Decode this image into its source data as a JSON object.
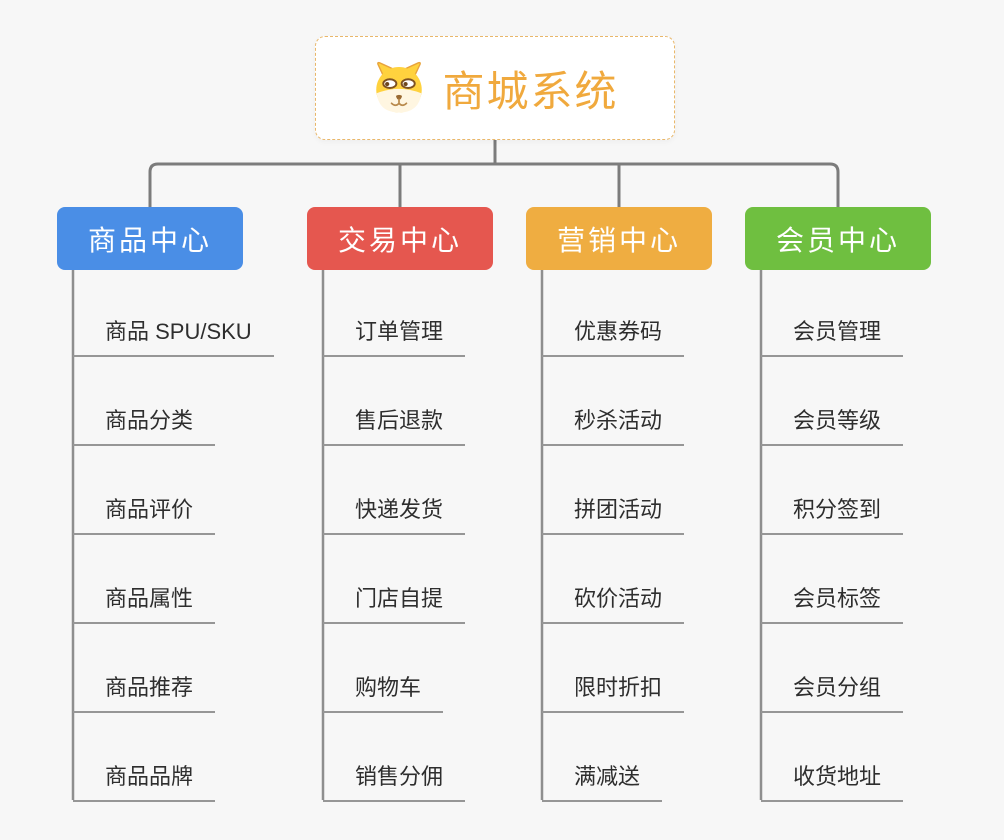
{
  "page": {
    "background_color": "#F7F7F7",
    "connector_color": "#7C7C7C",
    "trunk_color": "#8E8E8E",
    "underline_color": "#969696"
  },
  "root": {
    "title": "商城系统",
    "icon": "dog-face-icon",
    "text_color": "#F0A93D",
    "border_color": "#E9B76A"
  },
  "branches": [
    {
      "label": "商品中心",
      "color": "#4A8EE6",
      "items": [
        "商品 SPU/SKU",
        "商品分类",
        "商品评价",
        "商品属性",
        "商品推荐",
        "商品品牌"
      ]
    },
    {
      "label": "交易中心",
      "color": "#E5574F",
      "items": [
        "订单管理",
        "售后退款",
        "快递发货",
        "门店自提",
        "购物车",
        "销售分佣"
      ]
    },
    {
      "label": "营销中心",
      "color": "#EFAD41",
      "items": [
        "优惠券码",
        "秒杀活动",
        "拼团活动",
        "砍价活动",
        "限时折扣",
        "满减送"
      ]
    },
    {
      "label": "会员中心",
      "color": "#6FBF40",
      "items": [
        "会员管理",
        "会员等级",
        "积分签到",
        "会员标签",
        "会员分组",
        "收货地址"
      ]
    }
  ]
}
